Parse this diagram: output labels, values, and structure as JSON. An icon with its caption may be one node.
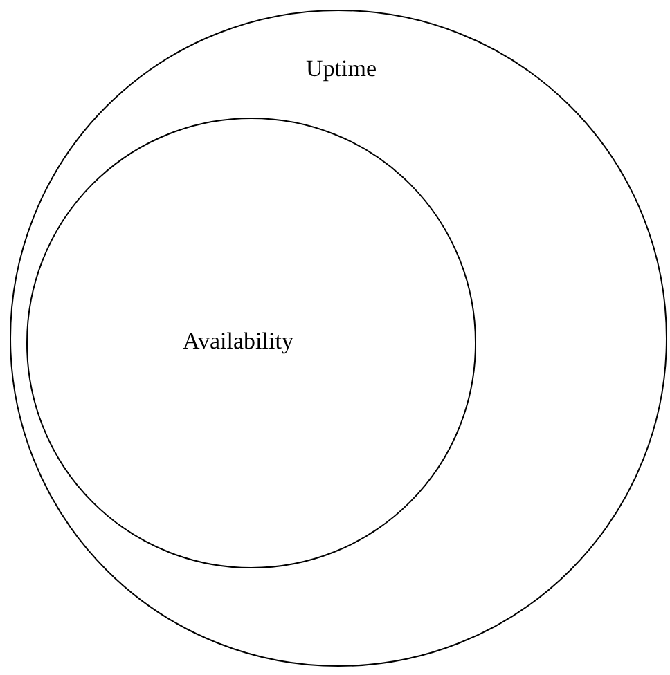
{
  "diagram": {
    "nodes": [
      {
        "text": [
          "Uptime"
        ]
      },
      {
        "text": [
          "Availability"
        ],
        "in": 0
      }
    ]
  }
}
